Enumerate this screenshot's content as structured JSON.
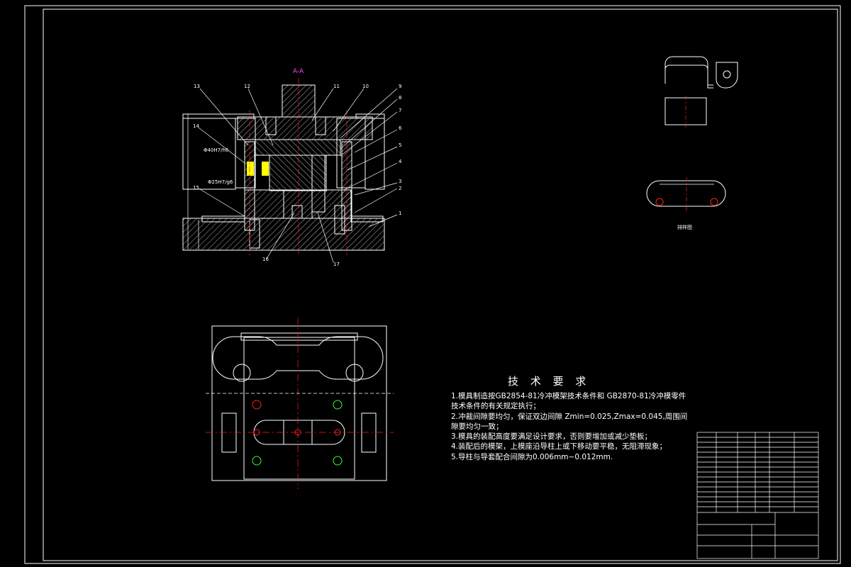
{
  "section_label": "A-A",
  "balloons": [
    "13",
    "12",
    "11",
    "10",
    "9",
    "8",
    "7",
    "6",
    "5",
    "4",
    "3",
    "2",
    "1",
    "14",
    "15",
    "16",
    "17"
  ],
  "fits": [
    "Φ40H7/h6",
    "Φ25H7/g6"
  ],
  "requirements": {
    "title": "技 术 要 求",
    "lines": [
      "1.模具制造按GB2854-81冷冲模架技术条件和 GB2870-81冷冲模零件",
      "技术条件的有关规定执行；",
      "2.冲裁间隙要均匀，保证双边间隙 Zmin=0.025,Zmax=0.045,周围间",
      "隙要均匀一致；",
      "3.模具的装配高度要满足设计要求，否则要增加或减少垫板；",
      "4.装配后的模架，上模座沿导柱上或下移动要平稳，无阻滞现象；",
      "5.导柱与导套配合间隙为0.006mm~0.012mm."
    ]
  },
  "layout_label": "排样图",
  "colors": {
    "bg": "#000000",
    "line": "#ffffff",
    "red": "#ff2020",
    "green": "#30ff30",
    "yellow": "#ffff00",
    "magenta": "#ff40ff"
  }
}
